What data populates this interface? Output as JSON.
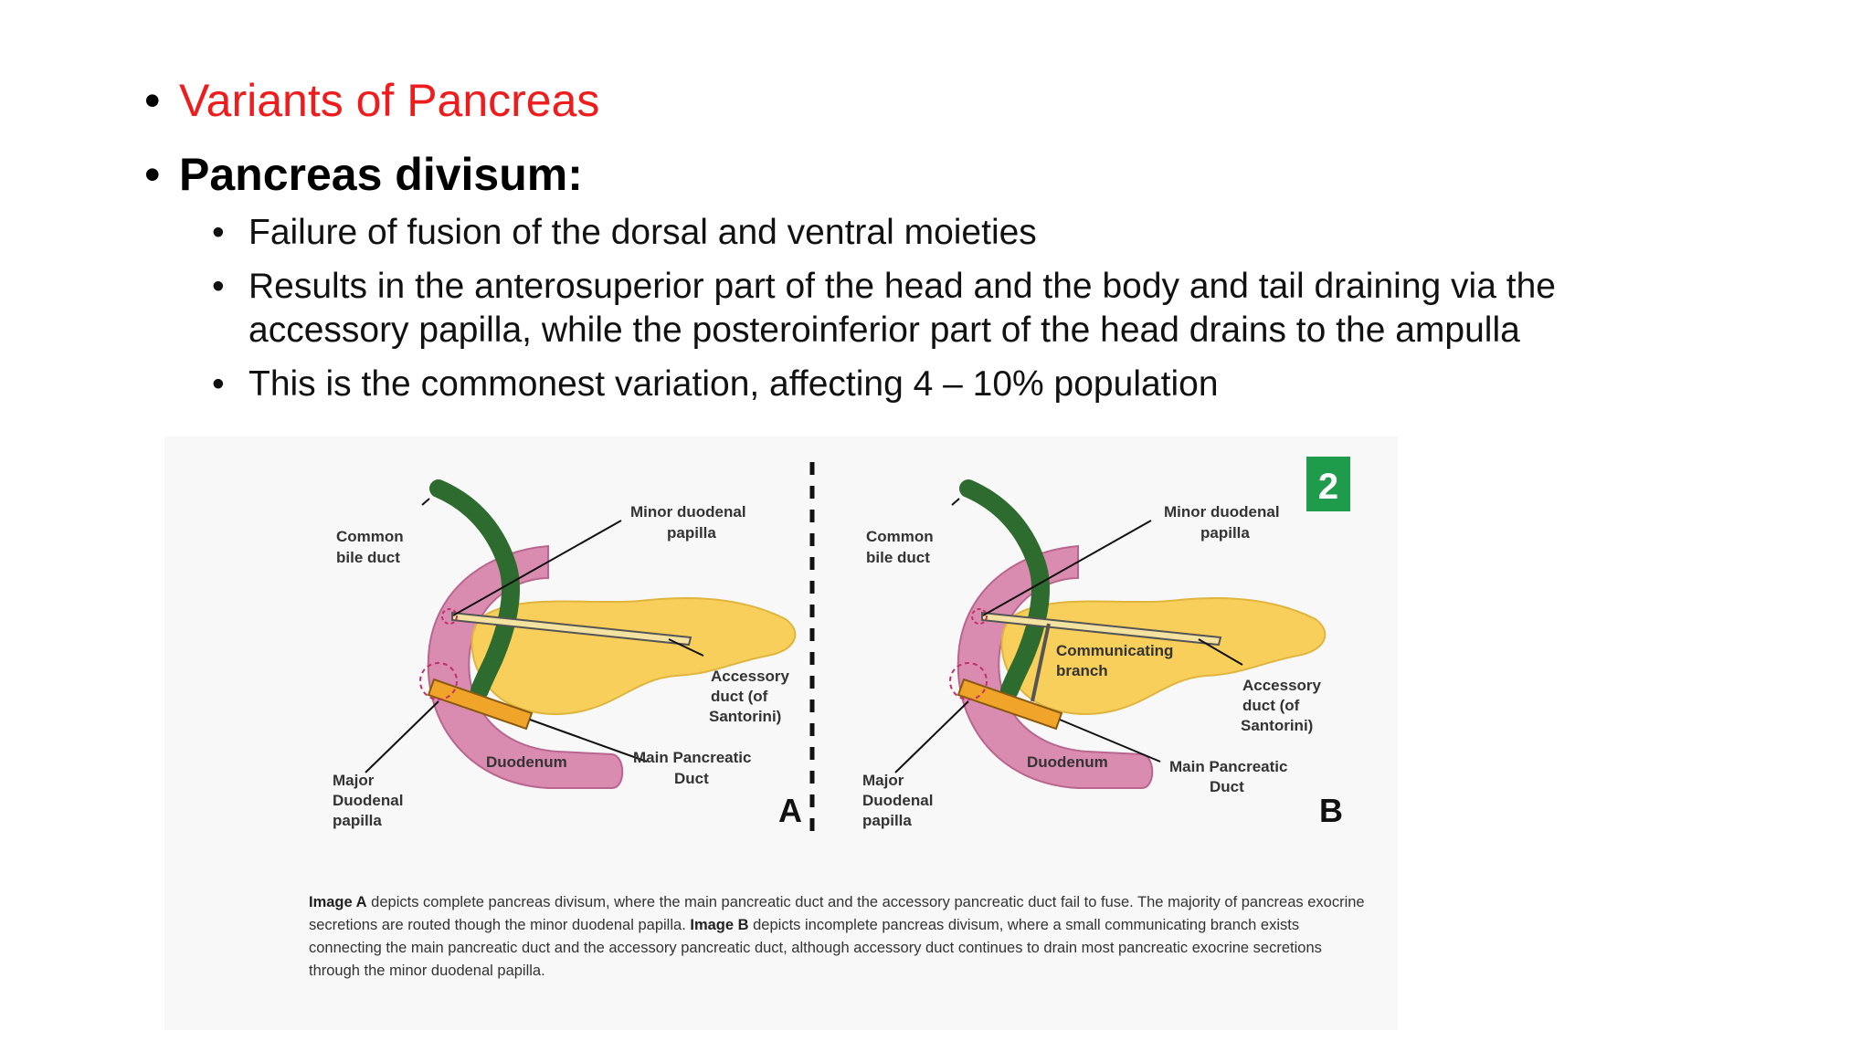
{
  "slide": {
    "heading_bullet": "Variants of Pancreas",
    "subheading_bullet": "Pancreas divisum:",
    "points": [
      "Failure of fusion of the dorsal and ventral moieties",
      "Results in the anterosuperior part of the head and the body and tail draining via the",
      "accessory papilla, while the posteroinferior part of the head drains to the ampulla",
      "This is the commonest variation, affecting 4 – 10% population"
    ],
    "colors": {
      "heading": "#ee1c1c",
      "figure_badge": "#1e9b4b",
      "duct_green": "#2e6b2e",
      "duodenum": "#d98cb0",
      "pancreas": "#f7cf5a"
    }
  },
  "figure": {
    "badge": "2",
    "panel_a": {
      "letter": "A",
      "labels": {
        "common_bile_duct": [
          "Common",
          "bile duct"
        ],
        "minor_papilla": [
          "Minor duodenal",
          "papilla"
        ],
        "accessory_duct": [
          "Accessory",
          "duct (of",
          "Santorini)"
        ],
        "main_duct": [
          "Main Pancreatic",
          "Duct"
        ],
        "duodenum": "Duodenum",
        "major_papilla": [
          "Major",
          "Duodenal",
          "papilla"
        ]
      }
    },
    "panel_b": {
      "letter": "B",
      "labels": {
        "common_bile_duct": [
          "Common",
          "bile duct"
        ],
        "minor_papilla": [
          "Minor duodenal",
          "papilla"
        ],
        "communicating": [
          "Communicating",
          "branch"
        ],
        "accessory_duct": [
          "Accessory",
          "duct (of",
          "Santorini)"
        ],
        "main_duct": [
          "Main Pancreatic",
          "Duct"
        ],
        "duodenum": "Duodenum",
        "major_papilla": [
          "Major",
          "Duodenal",
          "papilla"
        ]
      }
    },
    "caption": {
      "a_label": "Image A",
      "a_text": " depicts complete pancreas divisum, where the main pancreatic duct and the accessory pancreatic duct fail to fuse. The majority of pancreas exocrine secretions are routed though the minor duodenal papilla. ",
      "b_label": "Image B",
      "b_text": " depicts incomplete pancreas divisum, where a small communicating branch exists connecting the main pancreatic duct and the accessory pancreatic duct, although accessory duct continues to drain most pancreatic exocrine secretions through the minor duodenal papilla."
    }
  }
}
